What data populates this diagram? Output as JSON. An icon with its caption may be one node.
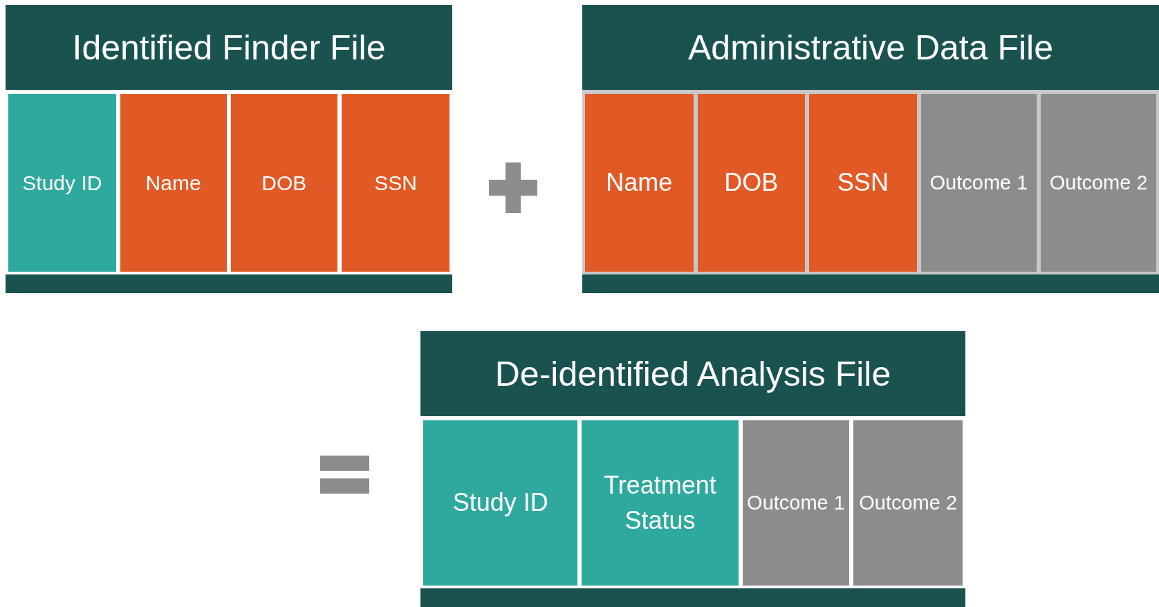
{
  "diagram": {
    "nodes": [
      {
        "text": [
          "Identified Finder File"
        ]
      },
      {
        "text": [
          "Study ID"
        ],
        "in": 0
      },
      {
        "text": [
          "Name"
        ],
        "in": 0
      },
      {
        "text": [
          "DOB"
        ],
        "in": 0
      },
      {
        "text": [
          "SSN"
        ],
        "in": 0
      },
      {
        "text": [
          "Administrative Data File"
        ]
      },
      {
        "text": [
          "Name"
        ],
        "in": 5
      },
      {
        "text": [
          "DOB"
        ],
        "in": 5
      },
      {
        "text": [
          "SSN"
        ],
        "in": 5
      },
      {
        "text": [
          "Outcome 1"
        ],
        "in": 5
      },
      {
        "text": [
          "Outcome 2"
        ],
        "in": 5
      },
      {
        "text": [
          "De-identified Analysis File"
        ]
      },
      {
        "text": [
          "Study ID"
        ],
        "in": 11
      },
      {
        "text": [
          "Treatment Status"
        ],
        "in": 11
      },
      {
        "text": [
          "Outcome 1"
        ],
        "in": 11
      },
      {
        "text": [
          "Outcome 2"
        ],
        "in": 11
      }
    ]
  }
}
